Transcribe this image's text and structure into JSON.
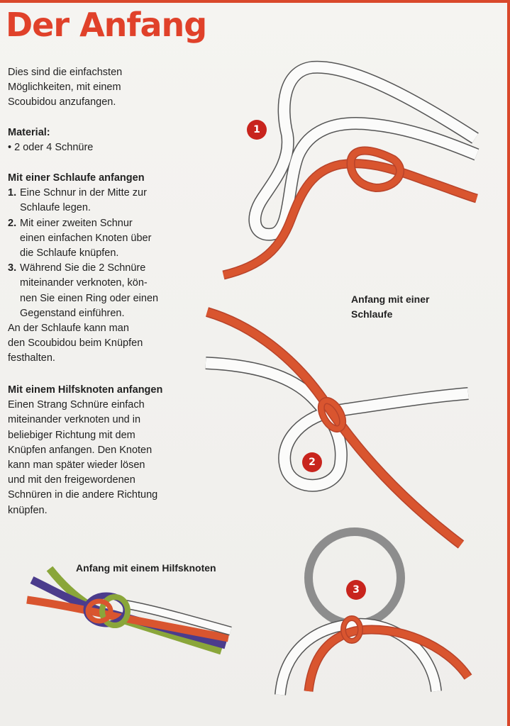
{
  "title": "Der Anfang",
  "intro": [
    "Dies sind die einfachsten",
    "Möglichkeiten, mit einem",
    "Scoubidou anzufangen."
  ],
  "material": {
    "heading": "Material:",
    "item": "• 2 oder 4 Schnüre"
  },
  "loop_section": {
    "heading": "Mit einer Schlaufe anfangen",
    "steps": [
      {
        "num": "1.",
        "lines": [
          "Eine Schnur in der Mitte zur",
          "Schlaufe legen."
        ]
      },
      {
        "num": "2.",
        "lines": [
          "Mit einer zweiten Schnur",
          "einen einfachen Knoten über",
          "die Schlaufe  knüpfen."
        ]
      },
      {
        "num": "3.",
        "lines": [
          "Während Sie die 2 Schnüre",
          "miteinander verknoten, kön-",
          "nen Sie einen Ring oder einen",
          "Gegenstand einführen."
        ]
      }
    ],
    "note": [
      "An der Schlaufe kann man",
      "den Scoubidou beim Knüpfen",
      "festhalten."
    ]
  },
  "helper_section": {
    "heading": "Mit einem Hilfsknoten anfangen",
    "lines": [
      "Einen Strang Schnüre einfach",
      "miteinander verknoten und in",
      "beliebiger Richtung mit dem",
      "Knüpfen anfangen. Den Knoten",
      "kann man später wieder lösen",
      "und mit den freigewordenen",
      "Schnüren in die andere Richtung",
      "knüpfen."
    ]
  },
  "captions": {
    "loop": [
      "Anfang mit einer",
      "Schlaufe"
    ],
    "helper": "Anfang mit einem Hilfsknoten"
  },
  "badges": [
    "1",
    "2",
    "3"
  ],
  "colors": {
    "accent_red": "#e0412a",
    "cord_orange": "#d9552f",
    "cord_purple": "#4b3c8c",
    "cord_green": "#8aa63a",
    "ring_gray": "#8d8d8d",
    "badge_red": "#c8241d"
  }
}
